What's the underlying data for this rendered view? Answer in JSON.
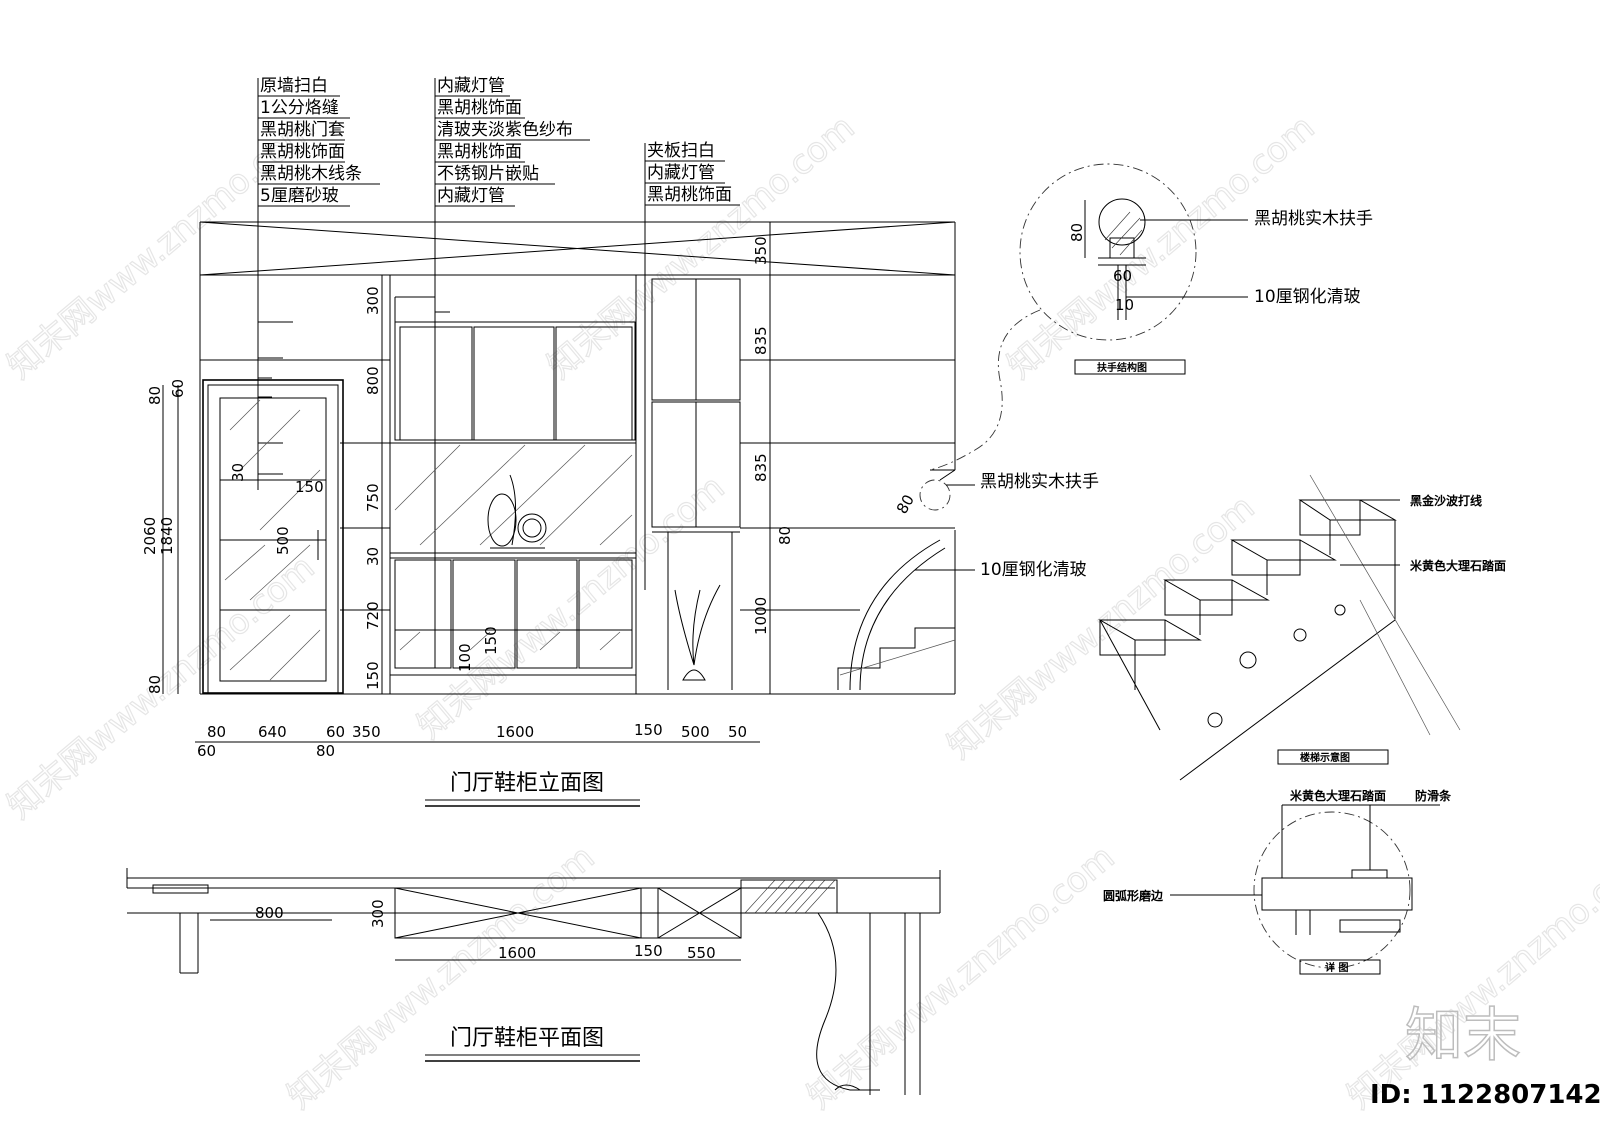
{
  "elevation": {
    "title": "门厅鞋柜立面图",
    "notes_left": [
      "原墙扫白",
      "1公分烙缝",
      "黑胡桃门套",
      "黑胡桃饰面",
      "黑胡桃木线条",
      "5厘磨砂玻"
    ],
    "notes_mid": [
      "内藏灯管",
      "黑胡桃饰面",
      "清玻夹淡紫色纱布",
      "黑胡桃饰面",
      "不锈钢片嵌贴",
      "内藏灯管"
    ],
    "notes_right": [
      "夹板扫白",
      "内藏灯管",
      "黑胡桃饰面"
    ],
    "stair_notes": [
      "黑胡桃实木扶手",
      "10厘钢化清玻"
    ],
    "dims_left_vertical": [
      "80",
      "60",
      "2060",
      "1840",
      "80"
    ],
    "dims_door": [
      "30",
      "150",
      "500"
    ],
    "dims_cabinet_vertical": [
      "300",
      "800",
      "750",
      "30",
      "720",
      "100",
      "150",
      "150"
    ],
    "dims_right_vertical": [
      "350",
      "835",
      "835",
      "80",
      "1000"
    ],
    "dims_bottom": [
      "80",
      "640",
      "60",
      "350",
      "1600",
      "150",
      "500",
      "50",
      "60",
      "80"
    ],
    "rail_dim": "80"
  },
  "plan": {
    "title": "门厅鞋柜平面图",
    "dims": [
      "800",
      "300",
      "1600",
      "150",
      "550"
    ]
  },
  "handrail_detail": {
    "caption": "扶手结构图",
    "labels": [
      "黑胡桃实木扶手",
      "10厘钢化清玻"
    ],
    "dims": [
      "80",
      "60",
      "10"
    ]
  },
  "stair_detail": {
    "caption": "楼梯示意图",
    "labels": [
      "黑金沙波打线",
      "米黄色大理石踏面"
    ]
  },
  "tread_detail": {
    "caption": "详 图",
    "labels": [
      "米黄色大理石踏面",
      "防滑条",
      "圆弧形磨边"
    ]
  },
  "watermark": {
    "logo": "知末",
    "id": "ID: 1122807142",
    "url_text": "知末网www.znzmo.com"
  }
}
